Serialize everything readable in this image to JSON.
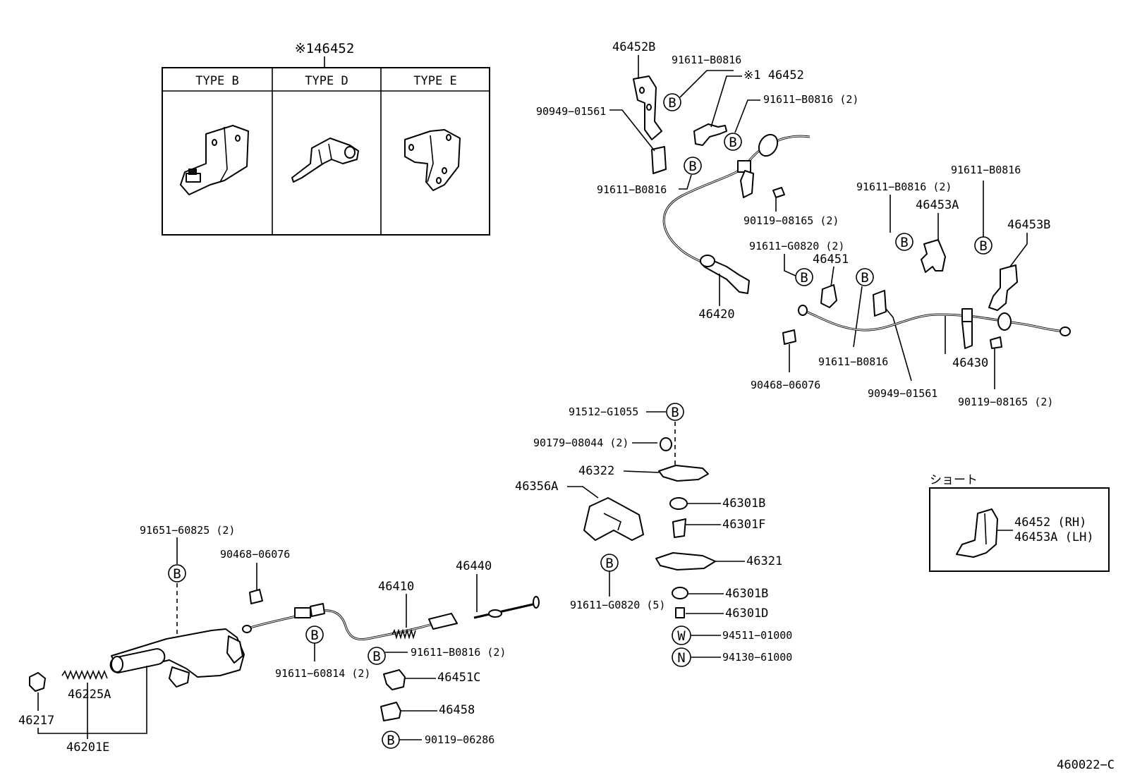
{
  "inset_top": {
    "title": "※146452",
    "headers": [
      "TYPE B",
      "TYPE D",
      "TYPE E"
    ]
  },
  "inset_short": {
    "title": "ショート",
    "label_rh": "46452  (RH)",
    "label_lh": "46453A (LH)"
  },
  "circle_symbols": {
    "bolt": "B",
    "washer": "W",
    "nut": "N"
  },
  "parts": {
    "p46452B": "46452B",
    "p91611_B0816_top": "91611−B0816",
    "p1_46452": "※1 46452",
    "p91611_B0816_2_top": "91611−B0816 (2)",
    "p90949_01561_left": "90949−01561",
    "p91611_B0816_left": "91611−B0816",
    "p90119_08165_left": "90119−08165 (2)",
    "p91611_B0816_2_right": "91611−B0816 (2)",
    "p91611_B0816_right": "91611−B0816",
    "p46453A": "46453A",
    "p46453B": "46453B",
    "p91611_G0820_2": "91611−G0820 (2)",
    "p46451": "46451",
    "p46420": "46420",
    "p91611_B0816_mid": "91611−B0816",
    "p46430": "46430",
    "p90468_06076_right": "90468−06076",
    "p90949_01561_right": "90949−01561",
    "p90119_08165_right": "90119−08165 (2)",
    "p91512_G1055": "91512−G1055",
    "p90179_08044": "90179−08044 (2)",
    "p46322": "46322",
    "p46356A": "46356A",
    "p46301B_a": "46301B",
    "p46301F": "46301F",
    "p46321": "46321",
    "p91611_G0820_5": "91611−G0820 (5)",
    "p46301B_b": "46301B",
    "p46301D": "46301D",
    "p94511_01000": "94511−01000",
    "p94130_61000": "94130−61000",
    "p91651_60825": "91651−60825 (2)",
    "p90468_06076_left": "90468−06076",
    "p46440": "46440",
    "p46410": "46410",
    "p91611_60814": "91611−60814 (2)",
    "p91611_B0816_low": "91611−B0816 (2)",
    "p46451C": "46451C",
    "p46458": "46458",
    "p90119_06286": "90119−06286",
    "p46225A": "46225A",
    "p46217": "46217",
    "p46201E": "46201E"
  },
  "diagram_code": "460022−C"
}
